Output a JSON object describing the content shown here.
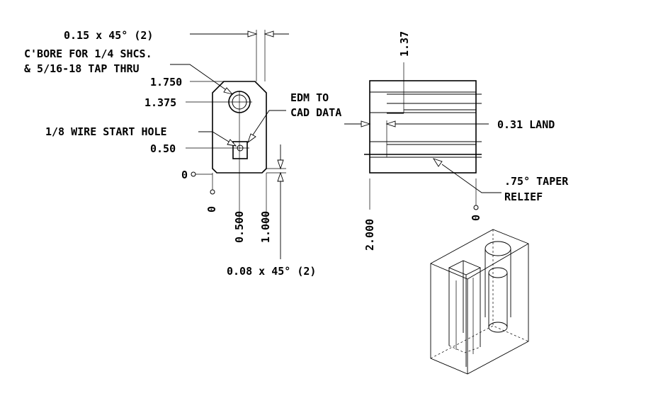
{
  "labels": {
    "chamfer_top": "0.15 x 45° (2)",
    "cbore_line1": "C'BORE FOR 1/4 SHCS.",
    "cbore_line2": "& 5/16-18 TAP THRU",
    "dim_1750": "1.750",
    "dim_1375": "1.375",
    "wire_start": "1/8 WIRE START HOLE",
    "dim_050": "0.50",
    "zero_left": "0",
    "zero_x": "0",
    "dim_0500": "0.500",
    "dim_1000": "1.000",
    "chamfer_bottom": "0.08 x 45° (2)",
    "edm_line1": "EDM TO",
    "edm_line2": "CAD DATA",
    "dim_137": "1.37",
    "land": "0.31 LAND",
    "taper_line1": ".75° TAPER",
    "taper_line2": "RELIEF",
    "dim_2000": "2.000",
    "zero_side": "0"
  }
}
